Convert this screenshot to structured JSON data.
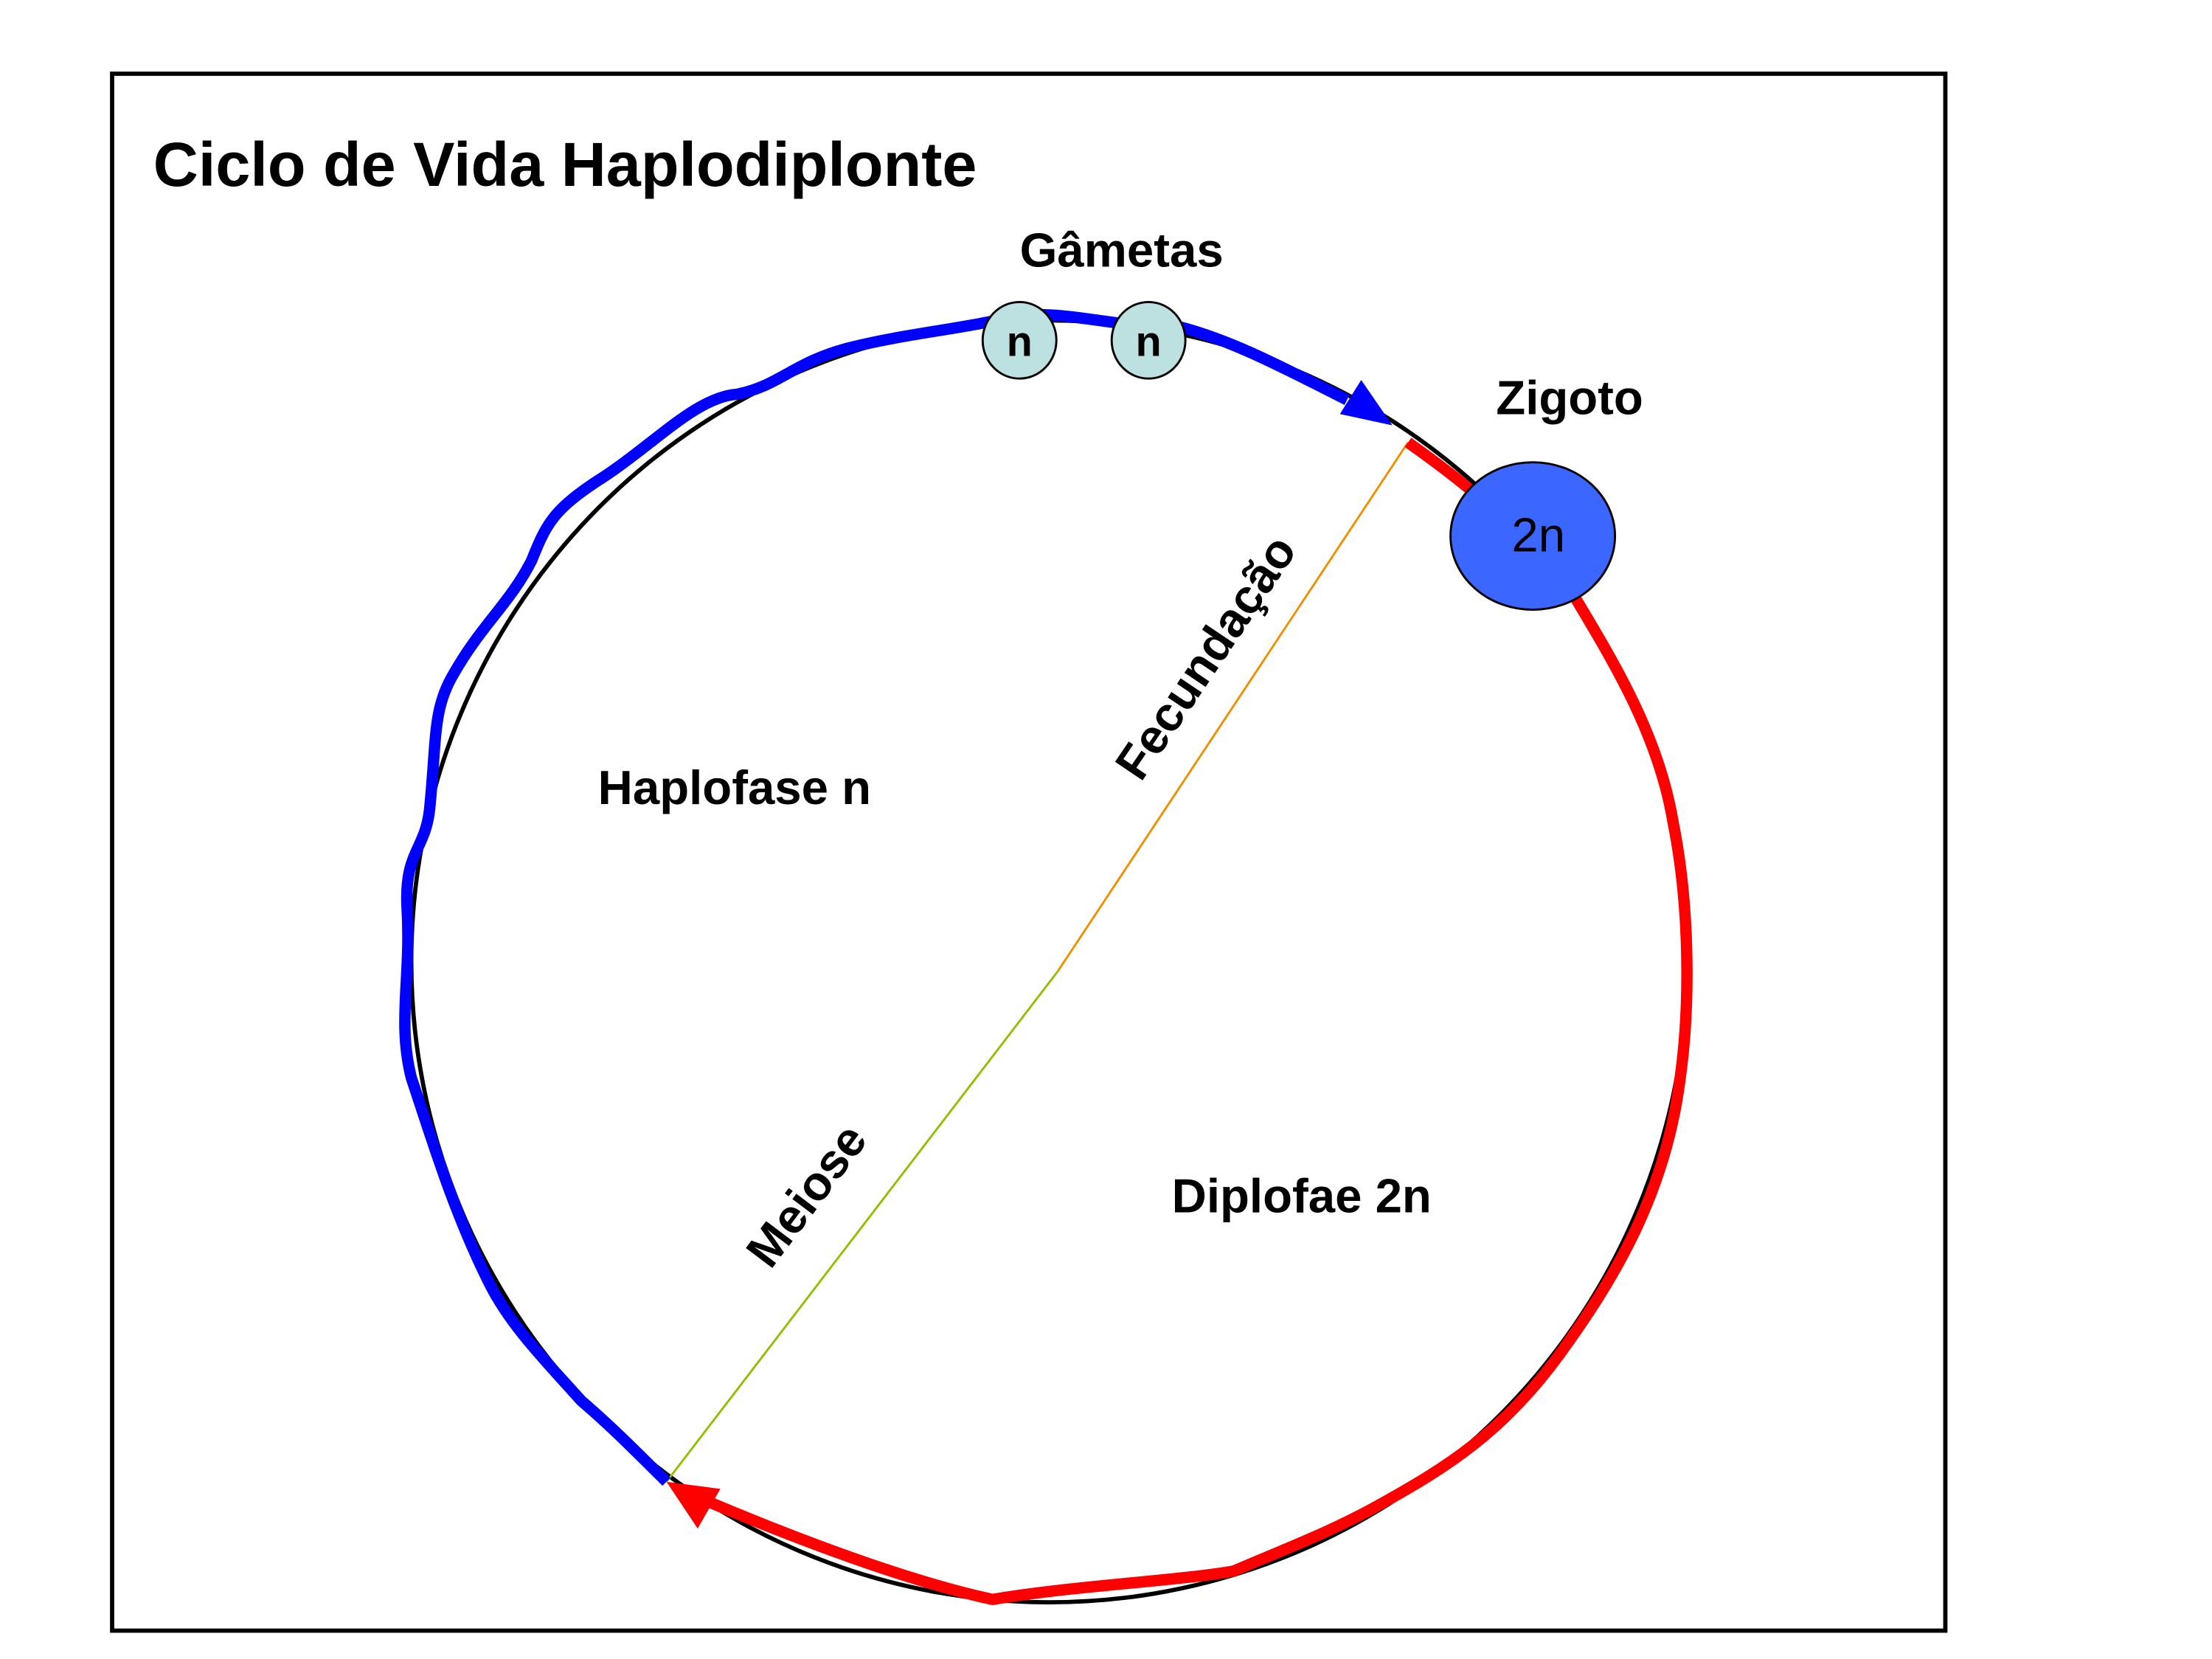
{
  "title": "Ciclo de Vida Haplodiplonte",
  "labels": {
    "gametes": "Gâmetas",
    "zygote": "Zigoto",
    "fertilization": "Fecundação",
    "meiosis": "Meiose",
    "haplophase": "Haplofase n",
    "diplophase": "Diplofae 2n"
  },
  "nodes": {
    "gamete_1": "n",
    "gamete_2": "n",
    "zygote": "2n"
  },
  "colors": {
    "haploid_path": "#0000ff",
    "diploid_path": "#ff0000",
    "gamete_fill": "#bde0e0",
    "zygote_fill": "#3b66ff",
    "fertilization_line": "#f09000",
    "meiosis_line": "#90c000"
  }
}
